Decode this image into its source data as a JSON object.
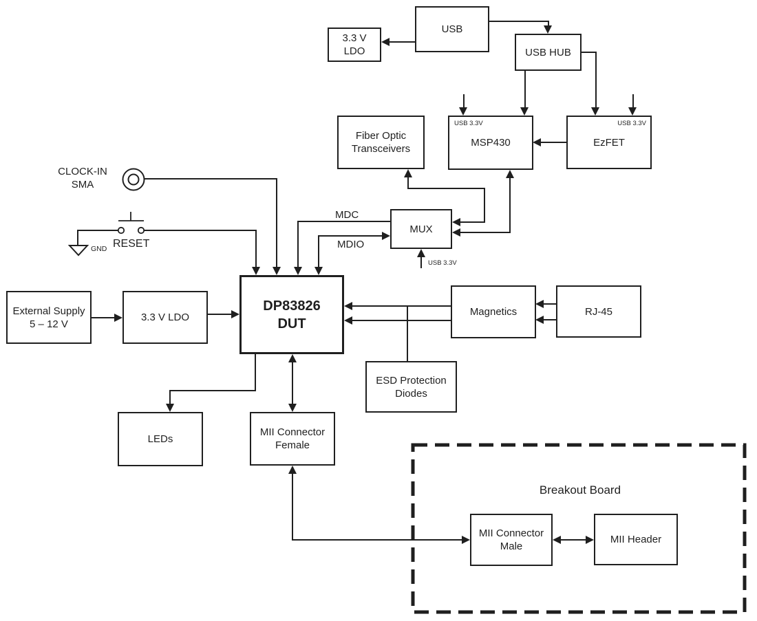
{
  "diagram": {
    "title_implicit": "",
    "colors": {
      "line": "#1f1f1f",
      "background": "#ffffff"
    },
    "nodes": {
      "usb": {
        "label": "USB"
      },
      "usb_ldo": {
        "label": "3.3 V\nLDO"
      },
      "usb_hub": {
        "label": "USB HUB"
      },
      "fiber_optic": {
        "label": "Fiber Optic\nTransceivers"
      },
      "msp430": {
        "label": "MSP430",
        "corner_label": "USB 3.3V"
      },
      "ezfet": {
        "label": "EzFET",
        "corner_label": "USB 3.3V"
      },
      "mux": {
        "label": "MUX"
      },
      "external_supply": {
        "label": "External Supply\n5 – 12 V"
      },
      "main_ldo": {
        "label": "3.3 V LDO"
      },
      "dut": {
        "label": "DP83826\nDUT"
      },
      "magnetics": {
        "label": "Magnetics"
      },
      "rj45": {
        "label": "RJ-45"
      },
      "esd": {
        "label": "ESD Protection\nDiodes"
      },
      "leds": {
        "label": "LEDs"
      },
      "mii_female": {
        "label": "MII Connector\nFemale"
      },
      "mii_male": {
        "label": "MII Connector\nMale"
      },
      "mii_header": {
        "label": "MII Header"
      }
    },
    "labels": {
      "clock_in": "CLOCK-IN\nSMA",
      "reset": "RESET",
      "gnd": "GND",
      "mdc": "MDC",
      "mdio": "MDIO",
      "mux_supply": "USB 3.3V",
      "breakout_board": "Breakout Board"
    }
  }
}
